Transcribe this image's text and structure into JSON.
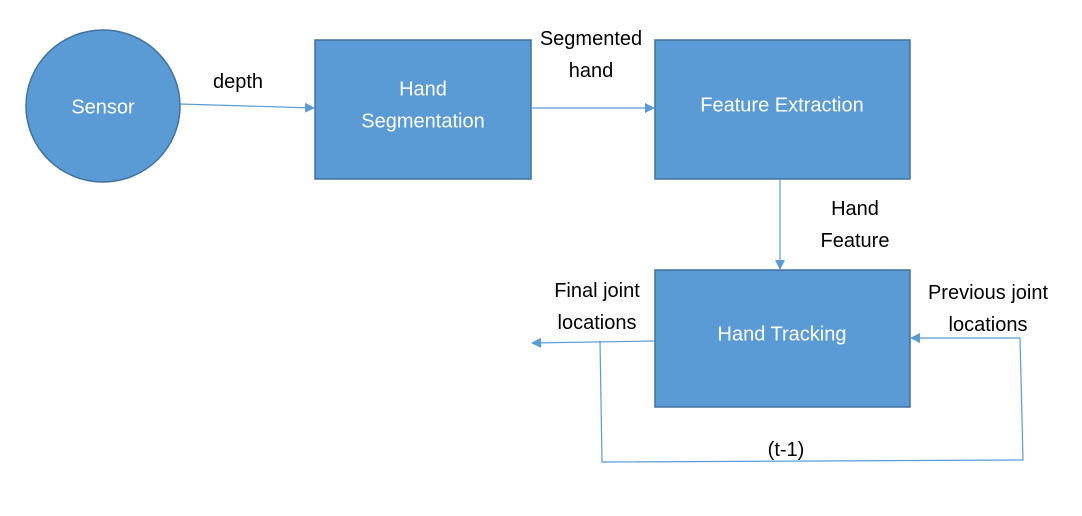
{
  "nodes": {
    "sensor": {
      "label": "Sensor"
    },
    "hand_segmentation": {
      "label_line1": "Hand",
      "label_line2": "Segmentation"
    },
    "feature_extraction": {
      "label": "Feature Extraction"
    },
    "hand_tracking": {
      "label": "Hand Tracking"
    }
  },
  "edges": {
    "depth": {
      "label": "depth"
    },
    "segmented_hand": {
      "label_line1": "Segmented",
      "label_line2": "hand"
    },
    "hand_feature": {
      "label_line1": "Hand",
      "label_line2": "Feature"
    },
    "final_joint_locations": {
      "label_line1": "Final joint",
      "label_line2": "locations"
    },
    "previous_joint_locations": {
      "label_line1": "Previous joint",
      "label_line2": "locations"
    },
    "feedback_delay": {
      "label": "(t-1)"
    }
  },
  "colors": {
    "node_fill": "#5b9bd5",
    "node_stroke": "#41719c",
    "edge": "#5b9bd5"
  }
}
